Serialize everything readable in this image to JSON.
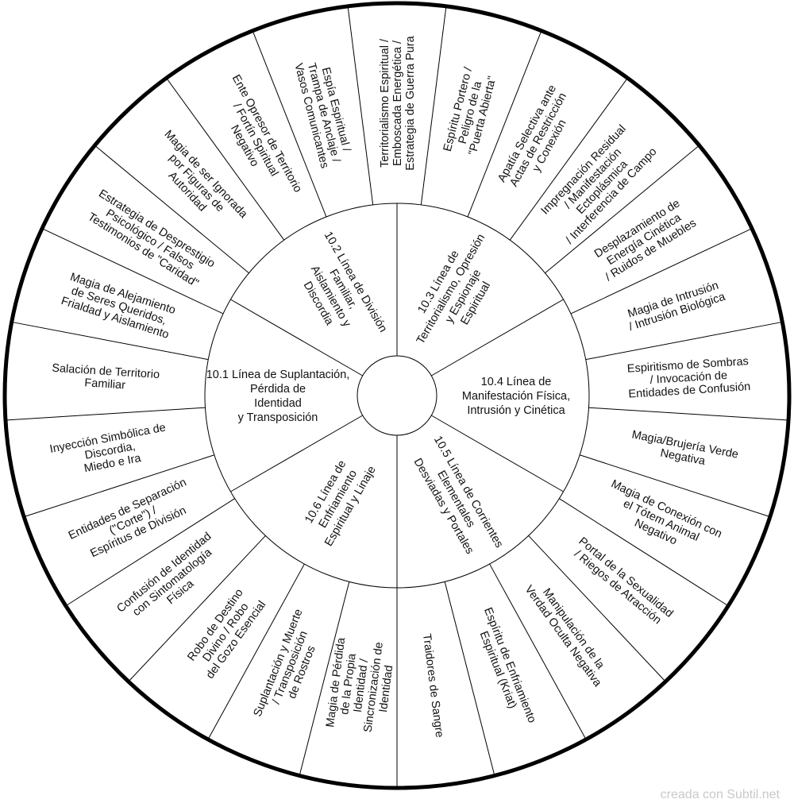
{
  "center_label": "",
  "sections": [
    {
      "label": [
        "10.3 Línea de",
        "Territorialismo, Opresión",
        "y Espionaje",
        "Espiritual"
      ]
    },
    {
      "label": [
        "10.4 Línea de",
        "Manifestación Física,",
        "Intrusión y Cinética"
      ]
    },
    {
      "label": [
        "10.5 Línea de Corrientes",
        "Elementales",
        "Desviadas y Portales"
      ]
    },
    {
      "label": [
        "10.6 Línea de",
        "Enfriamiento",
        "Espiritual y Linaje"
      ]
    },
    {
      "label": [
        "10.1 Línea de Suplantación,",
        "Pérdida de",
        "Identidad",
        "y Transposición"
      ]
    },
    {
      "label": [
        "10.2 Línea de División",
        "Familiar,",
        "Aislamiento y",
        "Discordia"
      ]
    }
  ],
  "segments": [
    {
      "lines": [
        "Territorialismo Espiritual /",
        "Emboscada Energética /",
        "Estrategia de Guerra Pura"
      ]
    },
    {
      "lines": [
        "Espíritu Portero /",
        "Peligro de la",
        "\"Puerta Abierta\""
      ]
    },
    {
      "lines": [
        "Apatía Selectiva ante",
        "Actas de Restricción",
        "y Conexión"
      ]
    },
    {
      "lines": [
        "Impregnación Residual",
        "/ Manifestación",
        "Ectoplásmica",
        "/ Interferencia de Campo"
      ]
    },
    {
      "lines": [
        "Desplazamiento de",
        "Energía Cinética",
        "/ Ruidos de Muebles"
      ]
    },
    {
      "lines": [
        "Magia de Intrusión",
        "/ Intrusión Biológica"
      ]
    },
    {
      "lines": [
        "Espiritismo de Sombras",
        "/ Invocación de",
        "Entidades de Confusión"
      ]
    },
    {
      "lines": [
        "Magia/Brujería Verde",
        "Negativa"
      ]
    },
    {
      "lines": [
        "Magia de Conexión con",
        "el Tótem Animal",
        "Negativo"
      ]
    },
    {
      "lines": [
        "Portal de la Sexualidad",
        "/ Riegos de Atracción"
      ]
    },
    {
      "lines": [
        "Manipulación de la",
        "Verdad Oculta Negativa"
      ]
    },
    {
      "lines": [
        "Espíritu de Enfriamiento",
        "Espiritual (Kriat)"
      ]
    },
    {
      "lines": [
        "Traidores de Sangre"
      ]
    },
    {
      "lines": [
        "Magia de Pérdida",
        "de la Propia",
        "Identidad /",
        "Sincronización de",
        "Identidad"
      ]
    },
    {
      "lines": [
        "Suplantación y Muerte",
        "/ Transposición",
        "de Rostros"
      ]
    },
    {
      "lines": [
        "Robo de Destino",
        "Divino / Robo",
        "del Gozo Esencial"
      ]
    },
    {
      "lines": [
        "Confusión de Identidad",
        "con Sintomatología",
        "Física"
      ]
    },
    {
      "lines": [
        "Entidades de Separación",
        "(\"Corte\") /",
        "Espíritus de División"
      ]
    },
    {
      "lines": [
        "Inyección Simbólica de",
        "Discordia,",
        "Miedo e Ira"
      ]
    },
    {
      "lines": [
        "Salación de Territorio",
        "Familiar"
      ]
    },
    {
      "lines": [
        "Magia de Alejamiento",
        "de Seres Queridos,",
        "Frialdad y Aislamiento"
      ]
    },
    {
      "lines": [
        "Estrategia de Desprestigio",
        "Psicológico / Falsos",
        "Testimonios de \"Caridad\""
      ]
    },
    {
      "lines": [
        "Magia de ser Ignorada",
        "por Figuras de",
        "Autoridad"
      ]
    },
    {
      "lines": [
        "Ente Opresor de Territorio",
        "/ Fortín Spiritual",
        "Negativo"
      ]
    },
    {
      "lines": [
        "Espía Espiritual /",
        "Trampa de Anclaje /",
        "Vasos Comunicantes"
      ]
    }
  ],
  "credit": "creada con Subtil.net"
}
